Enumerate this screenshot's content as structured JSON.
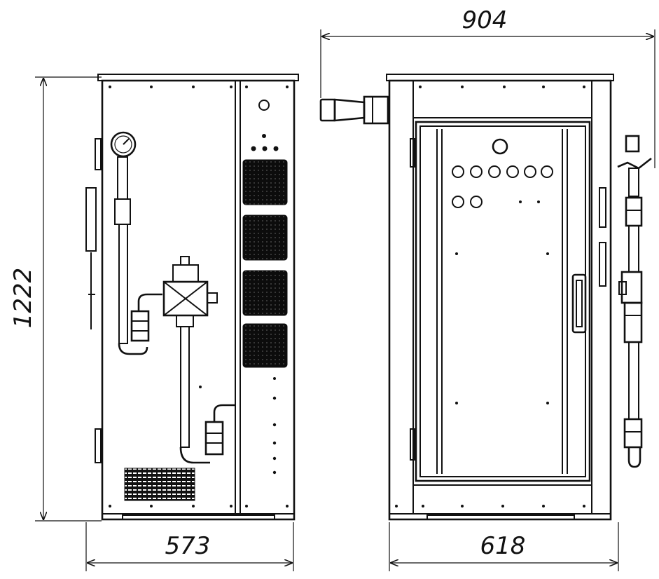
{
  "dimensions": {
    "overall_depth": "904",
    "height": "1222",
    "side_width": "573",
    "front_width": "618"
  },
  "views": {
    "left": {
      "component_icons": [
        "pressure-gauge-icon",
        "cross-fitting-icon",
        "vent-grille-icon"
      ]
    },
    "right": {
      "component_icons": [
        "cylinder-fitting-icon",
        "door-handle-icon"
      ]
    }
  },
  "colors": {
    "line": "#111111",
    "background": "#ffffff"
  }
}
